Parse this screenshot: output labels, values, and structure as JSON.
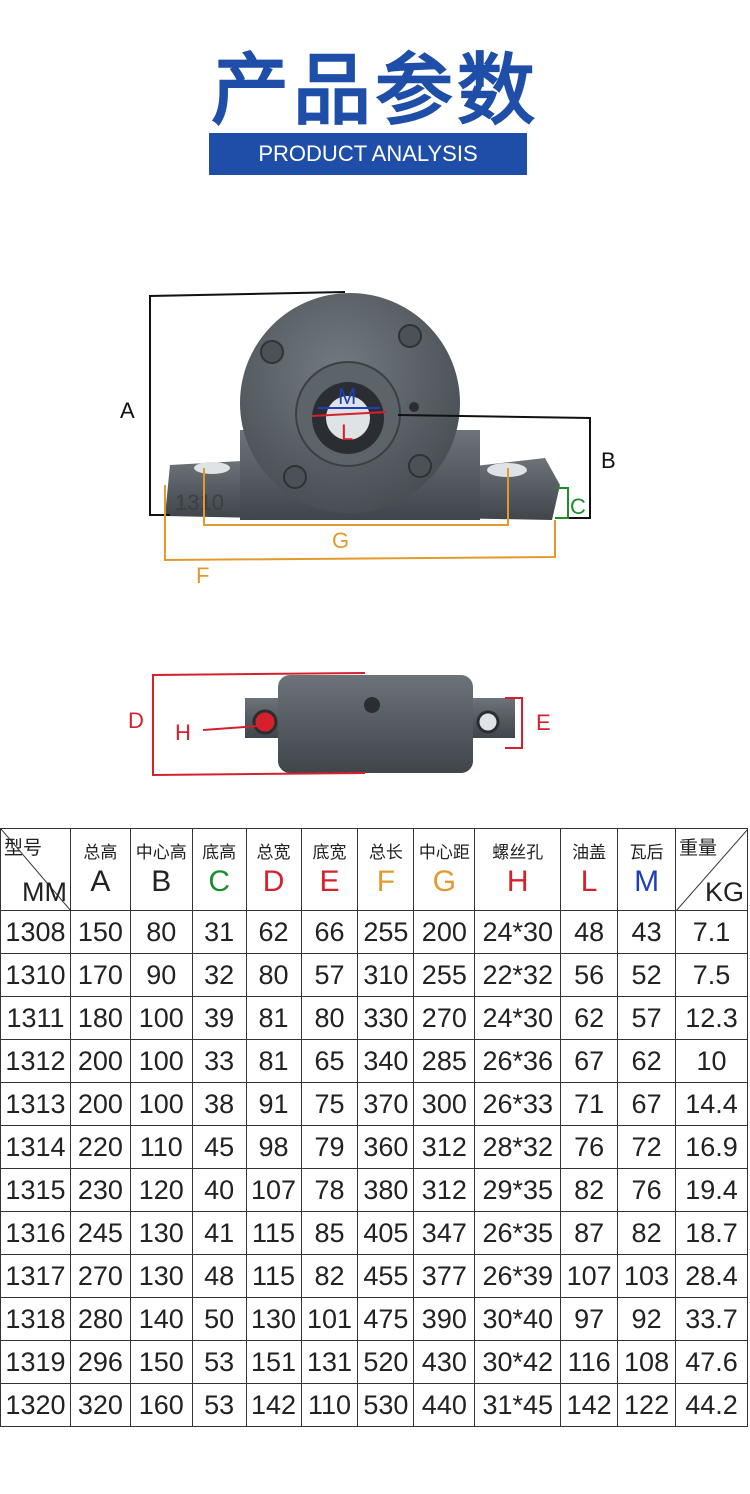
{
  "header": {
    "title": "产品参数",
    "subtitle": "PRODUCT ANALYSIS"
  },
  "diagram": {
    "labels": {
      "A": "A",
      "B": "B",
      "C": "C",
      "F": "F",
      "G": "G",
      "M": "M",
      "L": "L",
      "D": "D",
      "H": "H",
      "E": "E"
    },
    "casting_mark": "1310",
    "colors": {
      "body": "#565d63",
      "dim_black": "#111111",
      "dim_orange": "#e39a2c",
      "dim_green": "#1c8c2c",
      "dim_red": "#d6202c",
      "dim_blue": "#1f3fb8"
    }
  },
  "table": {
    "corner_left": {
      "top": "型号",
      "bottom": "MM"
    },
    "corner_right": {
      "top": "重量",
      "bottom": "KG"
    },
    "columns": [
      {
        "cn": "总高",
        "letter": "A",
        "color": "#222222"
      },
      {
        "cn": "中心高",
        "letter": "B",
        "color": "#222222"
      },
      {
        "cn": "底高",
        "letter": "C",
        "color": "#1c8c2c"
      },
      {
        "cn": "总宽",
        "letter": "D",
        "color": "#d6202c"
      },
      {
        "cn": "底宽",
        "letter": "E",
        "color": "#d6202c"
      },
      {
        "cn": "总长",
        "letter": "F",
        "color": "#e39a2c"
      },
      {
        "cn": "中心距",
        "letter": "G",
        "color": "#e39a2c"
      },
      {
        "cn": "螺丝孔",
        "letter": "H",
        "color": "#d6202c"
      },
      {
        "cn": "油盖",
        "letter": "L",
        "color": "#d6202c"
      },
      {
        "cn": "瓦后",
        "letter": "M",
        "color": "#1f3fb8"
      }
    ],
    "rows": [
      [
        "1308",
        "150",
        "80",
        "31",
        "62",
        "66",
        "255",
        "200",
        "24*30",
        "48",
        "43",
        "7.1"
      ],
      [
        "1310",
        "170",
        "90",
        "32",
        "80",
        "57",
        "310",
        "255",
        "22*32",
        "56",
        "52",
        "7.5"
      ],
      [
        "1311",
        "180",
        "100",
        "39",
        "81",
        "80",
        "330",
        "270",
        "24*30",
        "62",
        "57",
        "12.3"
      ],
      [
        "1312",
        "200",
        "100",
        "33",
        "81",
        "65",
        "340",
        "285",
        "26*36",
        "67",
        "62",
        "10"
      ],
      [
        "1313",
        "200",
        "100",
        "38",
        "91",
        "75",
        "370",
        "300",
        "26*33",
        "71",
        "67",
        "14.4"
      ],
      [
        "1314",
        "220",
        "110",
        "45",
        "98",
        "79",
        "360",
        "312",
        "28*32",
        "76",
        "72",
        "16.9"
      ],
      [
        "1315",
        "230",
        "120",
        "40",
        "107",
        "78",
        "380",
        "312",
        "29*35",
        "82",
        "76",
        "19.4"
      ],
      [
        "1316",
        "245",
        "130",
        "41",
        "115",
        "85",
        "405",
        "347",
        "26*35",
        "87",
        "82",
        "18.7"
      ],
      [
        "1317",
        "270",
        "130",
        "48",
        "115",
        "82",
        "455",
        "377",
        "26*39",
        "107",
        "103",
        "28.4"
      ],
      [
        "1318",
        "280",
        "140",
        "50",
        "130",
        "101",
        "475",
        "390",
        "30*40",
        "97",
        "92",
        "33.7"
      ],
      [
        "1319",
        "296",
        "150",
        "53",
        "151",
        "131",
        "520",
        "430",
        "30*42",
        "116",
        "108",
        "47.6"
      ],
      [
        "1320",
        "320",
        "160",
        "53",
        "142",
        "110",
        "530",
        "440",
        "31*45",
        "142",
        "122",
        "44.2"
      ]
    ]
  }
}
